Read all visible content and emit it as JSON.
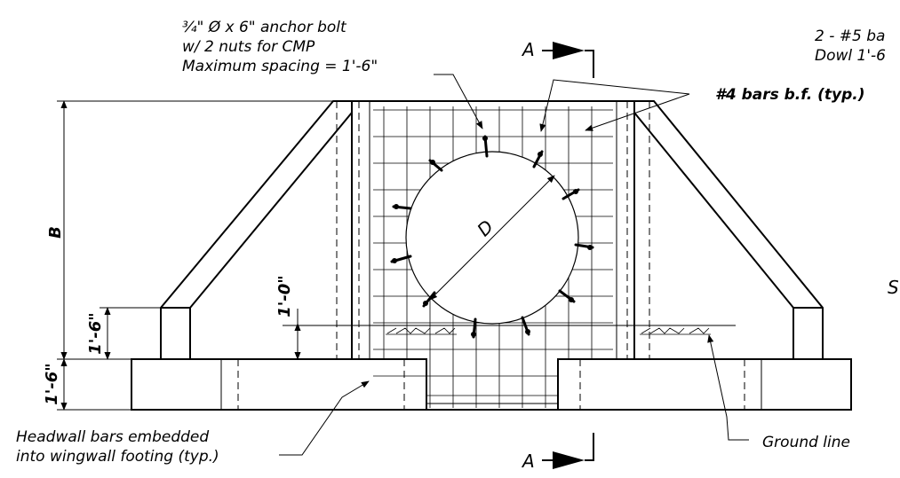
{
  "labels": {
    "anchor_line1": "¾\" Ø x 6\" anchor bolt",
    "anchor_line2": "w/ 2 nuts for CMP",
    "anchor_line3": "Maximum spacing = 1'-6\"",
    "dowel_line1": "2 - #5 ba",
    "dowel_line2": "Dowl 1'-6",
    "bars_bf": "#4 bars b.f. (typ.)",
    "headwall_line1": "Headwall bars embedded",
    "headwall_line2": "into wingwall footing (typ.)",
    "ground_line": "Ground line",
    "section_top": "A",
    "section_bottom": "A",
    "partial_s": "S"
  },
  "dimensions": {
    "height_B": "B",
    "diameter_D": "D",
    "cover_1_0": "1'-0\"",
    "wing_1_6": "1'-6\"",
    "footing_1_6": "1'-6\""
  }
}
